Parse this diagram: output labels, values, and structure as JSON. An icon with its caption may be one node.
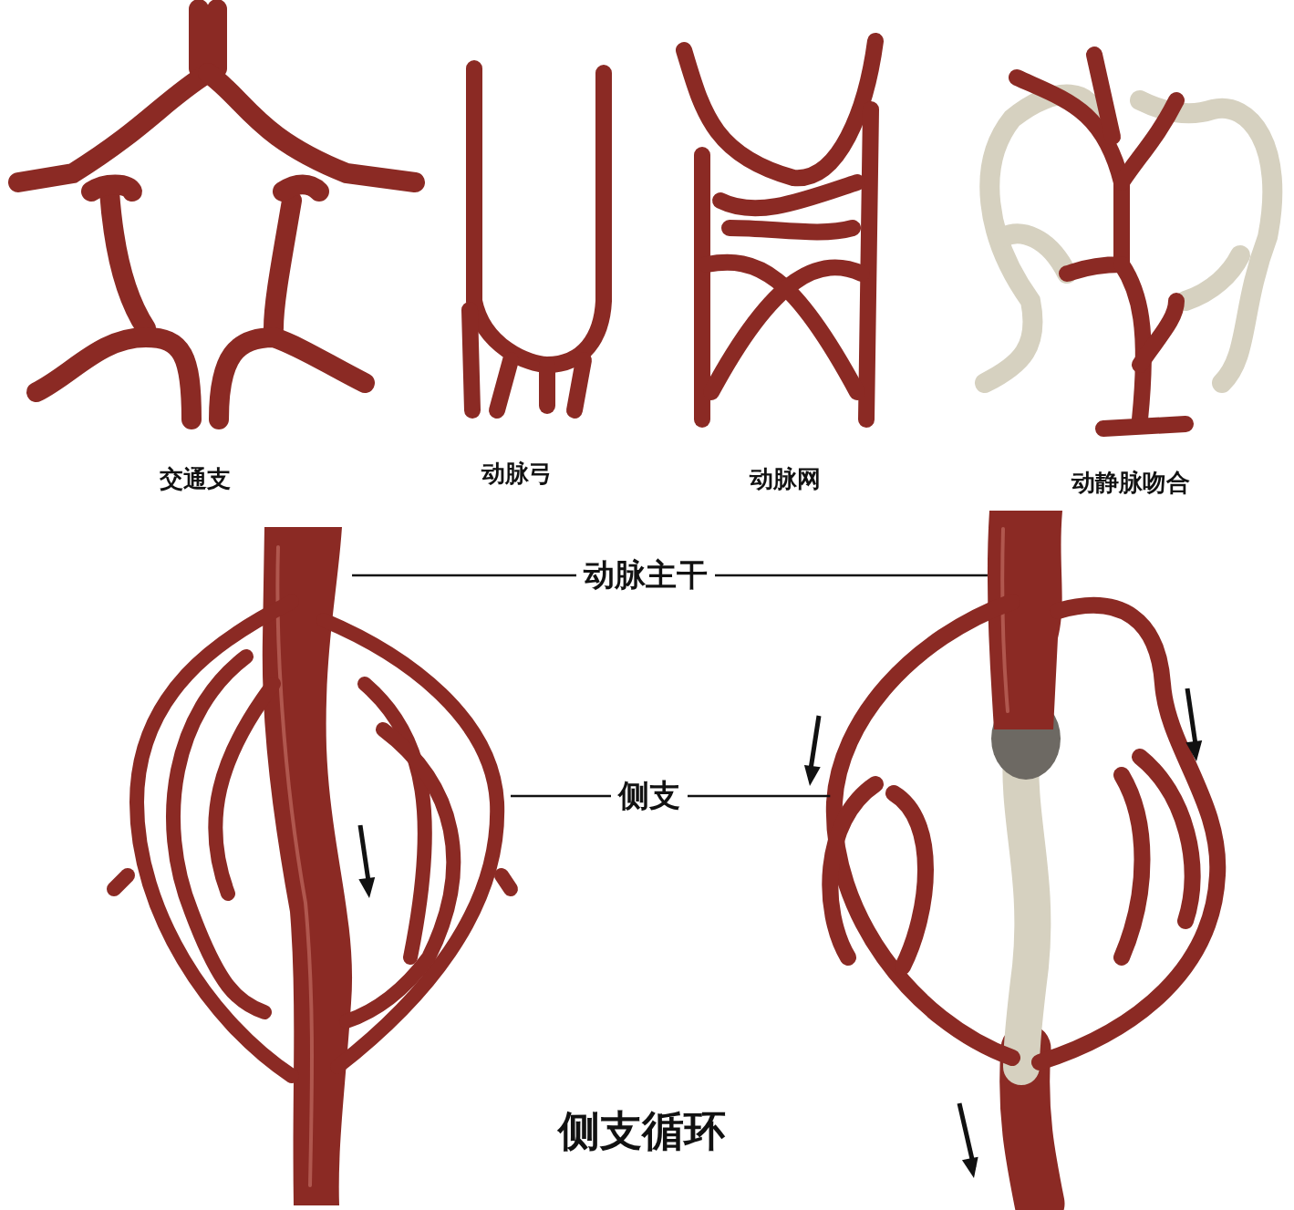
{
  "diagram": {
    "nodes": [
      {
        "text": [
          "动脉主干"
        ]
      },
      {
        "text": [],
        "shape": "picture"
      },
      {
        "text": [],
        "shape": "picture"
      },
      {
        "text": [
          "侧支"
        ]
      },
      {
        "text": [],
        "shape": "picture"
      },
      {
        "text": [],
        "shape": "picture"
      }
    ],
    "edges": [
      {
        "from": 0,
        "to": 1,
        "arrow": "none"
      },
      {
        "from": 0,
        "to": 2,
        "arrow": "none"
      },
      {
        "from": 3,
        "to": 4,
        "arrow": "none"
      },
      {
        "from": 3,
        "to": 5,
        "arrow": "none"
      }
    ],
    "labels": [
      "交通支",
      "动脉弓",
      "动脉网",
      "动静脉吻合",
      "侧支循环"
    ]
  }
}
